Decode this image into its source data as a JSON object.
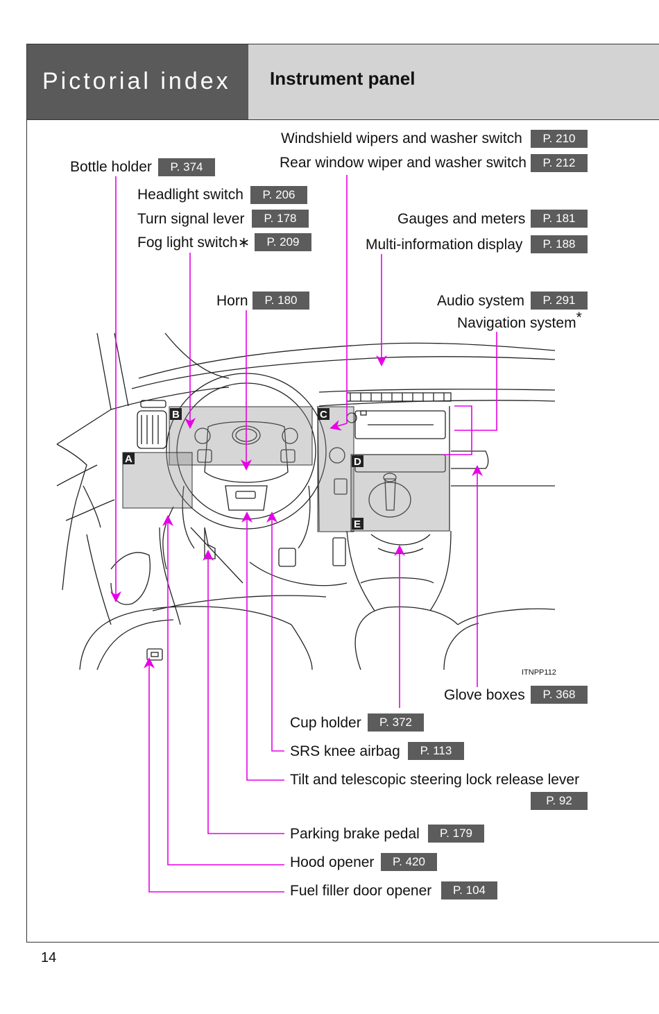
{
  "header": {
    "section": "Pictorial index",
    "title": "Instrument panel"
  },
  "page_number": "14",
  "image_code": "ITNPP112",
  "zone_letters": [
    "A",
    "B",
    "C",
    "D",
    "E"
  ],
  "callout_color": "#e600e6",
  "labels": {
    "windshield_wipers": {
      "text": "Windshield wipers and washer switch",
      "page": "P. 210"
    },
    "rear_wiper": {
      "text": "Rear window wiper and washer switch",
      "page": "P. 212"
    },
    "bottle_holder": {
      "text": "Bottle holder",
      "page": "P. 374"
    },
    "headlight_switch": {
      "text": "Headlight switch",
      "page": "P. 206"
    },
    "turn_signal": {
      "text": "Turn signal lever",
      "page": "P. 178"
    },
    "fog_light": {
      "text": "Fog light switch",
      "asterisk": "∗",
      "page": "P. 209"
    },
    "gauges": {
      "text": "Gauges and meters",
      "page": "P. 181"
    },
    "multi_info": {
      "text": "Multi-information display",
      "page": "P. 188"
    },
    "horn": {
      "text": "Horn",
      "page": "P. 180"
    },
    "audio": {
      "text": "Audio system",
      "page": "P. 291"
    },
    "navigation": {
      "text": "Navigation system",
      "asterisk": "*"
    },
    "glove_boxes": {
      "text": "Glove boxes",
      "page": "P. 368"
    },
    "cup_holder": {
      "text": "Cup holder",
      "page": "P. 372"
    },
    "knee_airbag": {
      "text": "SRS knee airbag",
      "page": "P. 113"
    },
    "tilt_telescopic": {
      "text": "Tilt and telescopic steering lock release lever",
      "page": "P. 92"
    },
    "parking_brake": {
      "text": "Parking brake pedal",
      "page": "P. 179"
    },
    "hood_opener": {
      "text": "Hood opener",
      "page": "P. 420"
    },
    "fuel_filler": {
      "text": "Fuel filler door opener",
      "page": "P. 104"
    }
  }
}
